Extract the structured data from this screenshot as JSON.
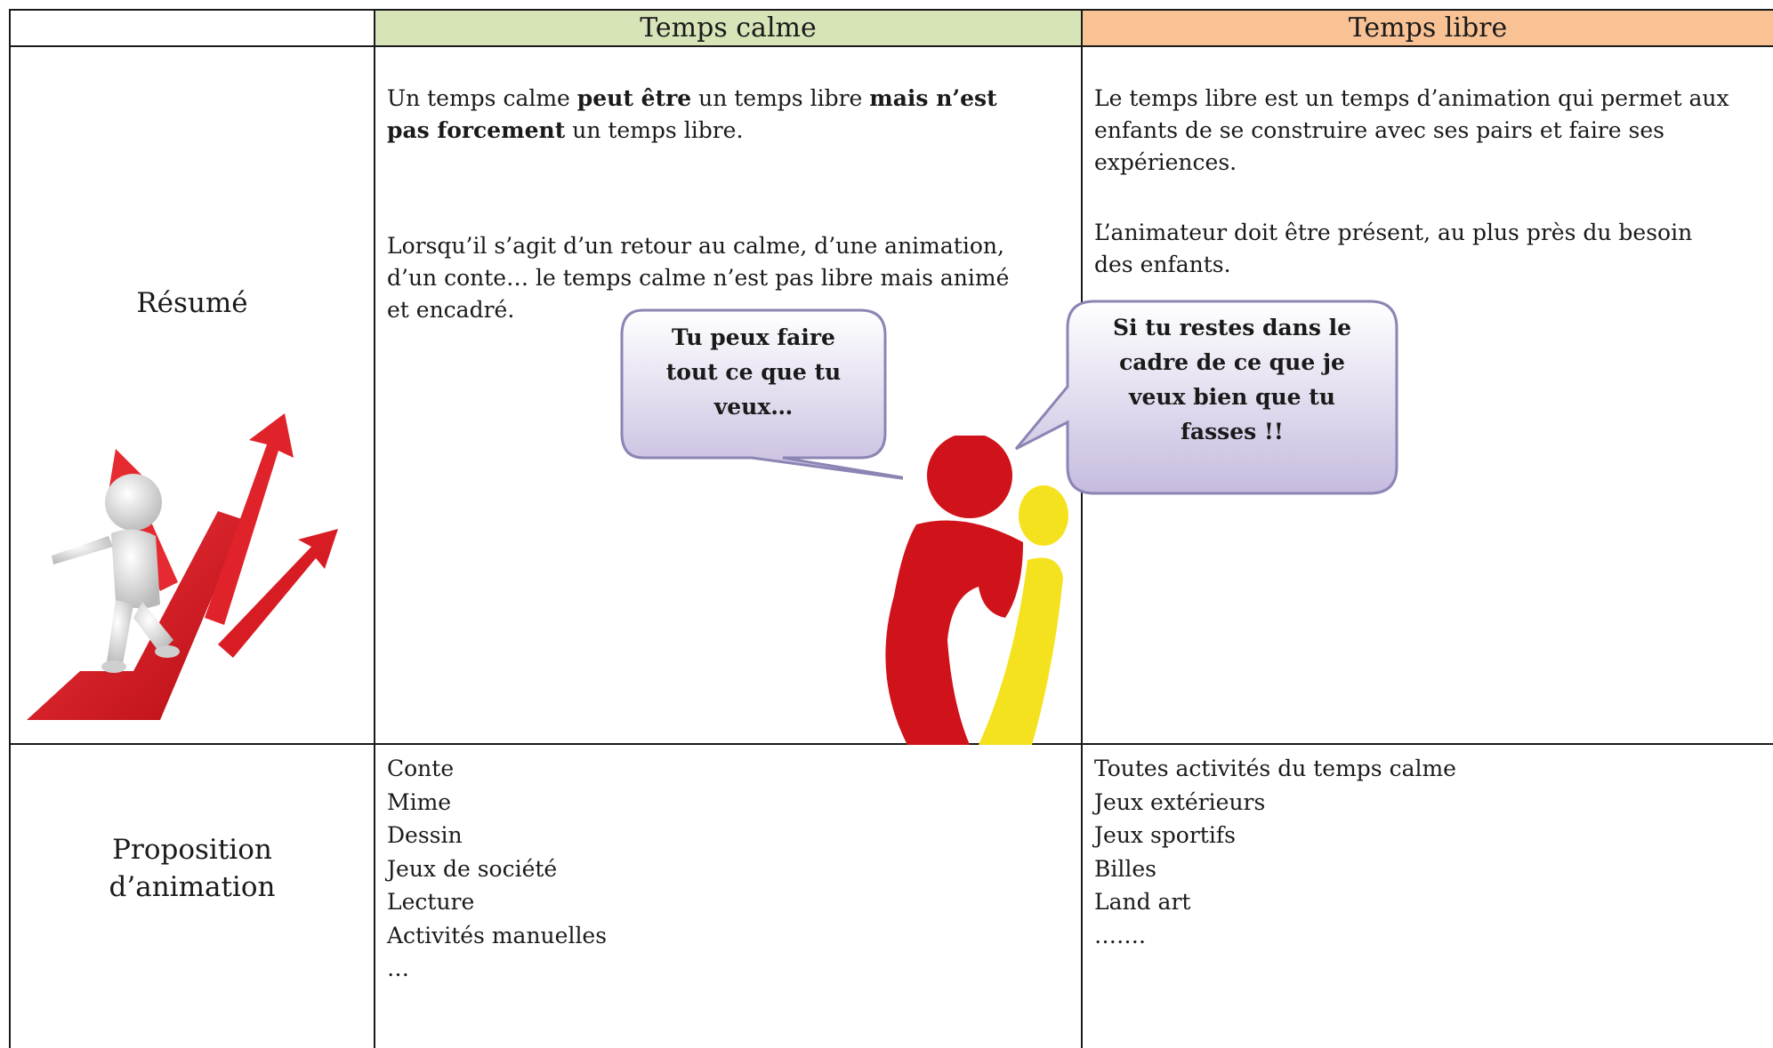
{
  "table": {
    "headers": {
      "calme": "Temps calme",
      "libre": "Temps libre"
    },
    "colors": {
      "calme_header": "#d7e4b8",
      "libre_header": "#f9c295",
      "red": "#d0121b",
      "yellow": "#f5e21f",
      "bubble": "#cdc3e3"
    },
    "resume": {
      "label": "Résumé",
      "calme": {
        "p1": [
          "Un temps calme ",
          "peut être",
          " un temps libre ",
          "mais n’est",
          "pas forcement",
          " un temps libre."
        ],
        "p2_lines": [
          "Lorsqu’il s’agit d’un retour au calme, d’une animation,",
          "d’un conte… le temps calme n’est pas libre mais animé",
          "et encadré."
        ]
      },
      "libre": {
        "p1_lines": [
          "Le temps libre est un temps d’animation qui permet aux",
          "enfants de se construire avec ses pairs et faire ses",
          "expériences."
        ],
        "p2_lines": [
          "L’animateur doit être présent, au plus près du besoin",
          "des enfants."
        ]
      }
    },
    "proposition": {
      "label_lines": [
        "Proposition",
        "d’animation"
      ],
      "calme_items": [
        "Conte",
        "Mime",
        "Dessin",
        "Jeux de société",
        "Lecture",
        "Activités manuelles",
        "…"
      ],
      "libre_items": [
        "Toutes activités du temps calme",
        "Jeux extérieurs",
        "Jeux sportifs",
        "Billes",
        "Land art",
        "……."
      ]
    }
  },
  "bubbles": {
    "left_lines": [
      "Tu peux faire",
      "tout ce que tu",
      "veux…"
    ],
    "right_lines": [
      "Si tu restes dans le",
      "cadre de ce que je",
      "veux bien que tu",
      "fasses !!"
    ]
  },
  "icons": [
    "crossroads-arrows-figure-icon",
    "adult-child-figures-icon"
  ]
}
